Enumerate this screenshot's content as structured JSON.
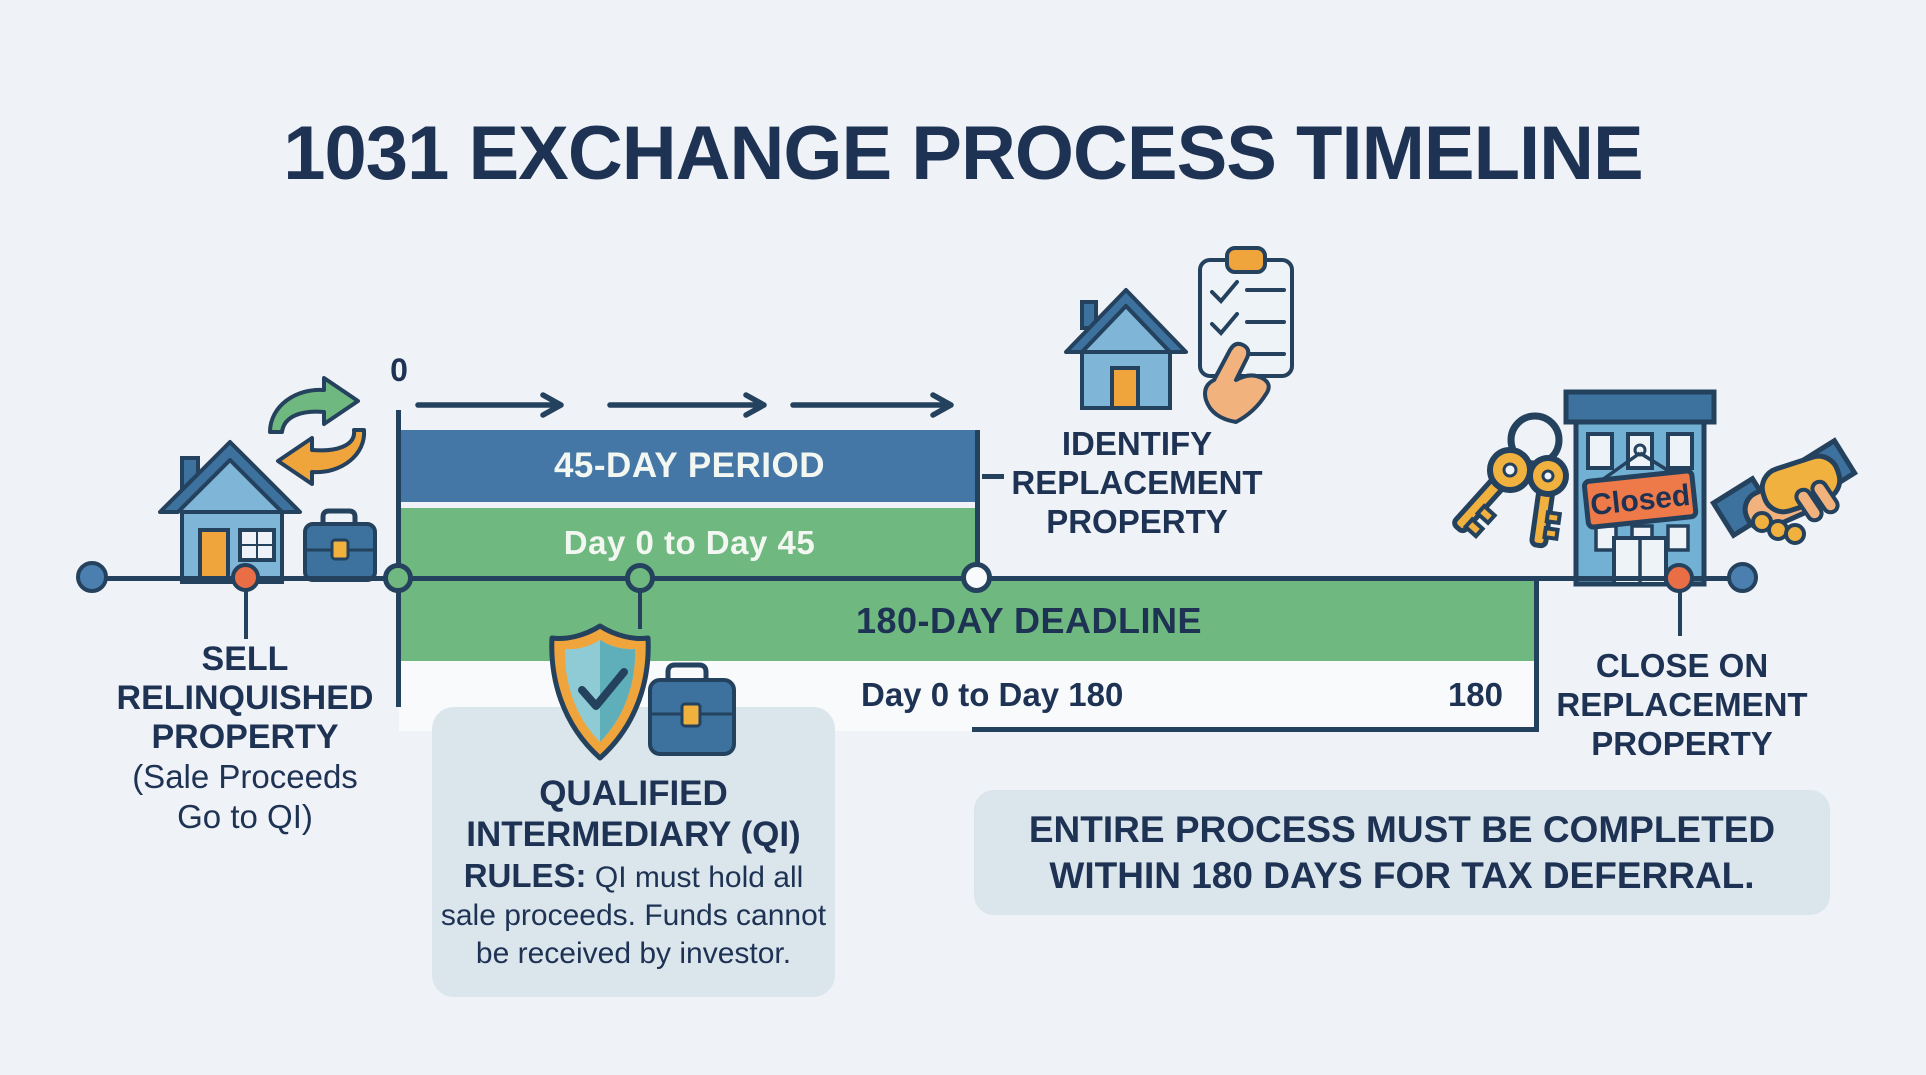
{
  "title": "1031 EXCHANGE PROCESS TIMELINE",
  "timeline": {
    "start_tick_label": "0",
    "end_tick_label": "180"
  },
  "bar45": {
    "label": "45-DAY PERIOD",
    "range": "Day 0 to Day 45"
  },
  "bar180": {
    "label": "180-DAY DEADLINE",
    "range": "Day 0 to Day 180"
  },
  "steps": {
    "sell": {
      "line1": "SELL",
      "line2": "RELINQUISHED",
      "line3": "PROPERTY",
      "sub1": "(Sale Proceeds",
      "sub2": "Go to QI)"
    },
    "identify": {
      "line1": "IDENTIFY",
      "line2": "REPLACEMENT",
      "line3": "PROPERTY"
    },
    "close": {
      "line1": "CLOSE ON",
      "line2": "REPLACEMENT",
      "line3": "PROPERTY"
    }
  },
  "qi_box": {
    "bold1": "QUALIFIED",
    "bold2": "INTERMEDIARY (QI)",
    "rules_bold": "RULES:",
    "rules_rest": " QI must hold all",
    "body1": "sale proceeds. Funds cannot",
    "body2": "be received by investor."
  },
  "note": {
    "line1": "ENTIRE PROCESS MUST BE COMPLETED",
    "line2": "WITHIN 180 DAYS FOR TAX DEFERRAL."
  },
  "building_sign": "Closed",
  "icons": {
    "swap-arrows-icon": "curved exchange arrows",
    "house-icon": "house",
    "briefcase-icon": "briefcase",
    "shield-check-icon": "shield with checkmark",
    "clipboard-checklist-icon": "clipboard with checks",
    "pointing-hand-icon": "pointing hand",
    "keys-icon": "pair of keys on ring",
    "building-closed-icon": "building with closed sign",
    "handshake-icon": "handshake"
  },
  "colors": {
    "bg": "#eff2f6",
    "navy": "#1e3254",
    "line": "#24415e",
    "barblue": "#4577a6",
    "green": "#6fb87f",
    "box": "#dbe5ec",
    "band": "#f8fafc",
    "orange": "#f0a43c",
    "orangered": "#e96e45",
    "signorange": "#ee7a49",
    "houseblue": "#7fb5d7",
    "steel": "#3d719e",
    "bodyblue": "#72b1d3",
    "paper": "#eef3f7",
    "skin": "#f2b27e",
    "yellow": "#f0b13e",
    "dotblue": "#4a7fb0"
  }
}
